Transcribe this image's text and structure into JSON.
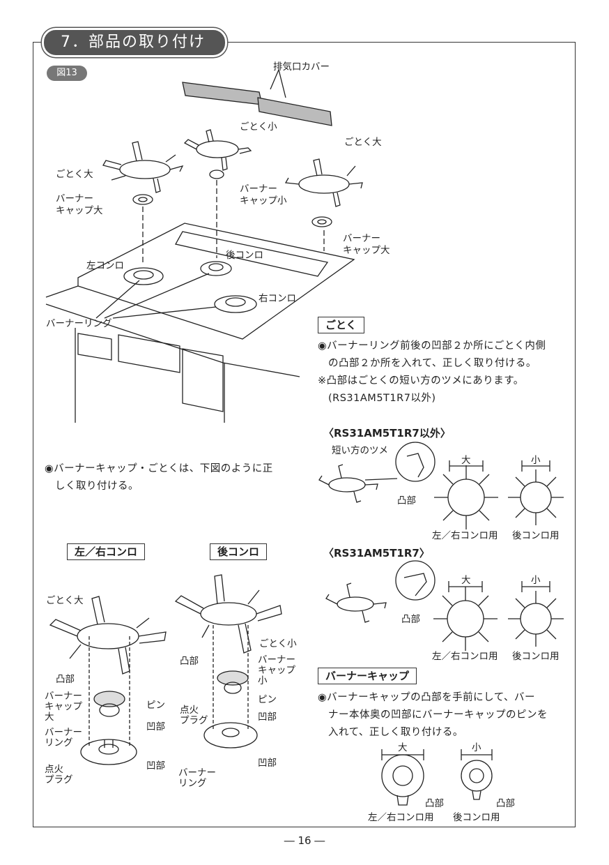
{
  "section_title": "7．部品の取り付け",
  "figure_badge": "図13",
  "labels": {
    "exhaust_cover": "排気口カバー",
    "gotoku_small_top": "ごとく小",
    "gotoku_large_left": "ごとく大",
    "gotoku_large_right": "ごとく大",
    "burner_cap_large_left_1": "バーナー",
    "burner_cap_large_left_2": "キャップ大",
    "burner_cap_small_1": "バーナー",
    "burner_cap_small_2": "キャップ小",
    "burner_cap_large_right_1": "バーナー",
    "burner_cap_large_right_2": "キャップ大",
    "left_stove": "左コンロ",
    "rear_stove": "後コンロ",
    "right_stove": "右コンロ",
    "burner_ring": "バーナーリング"
  },
  "gotoku_section": {
    "heading": "ごとく",
    "bullet": "◉バーナーリング前後の凹部２か所にごとく内側",
    "bullet_cont": "　の凸部２か所を入れて、正しく取り付ける。",
    "note": "※凸部はごとくの短い方のツメにあります。",
    "note_cont": "　(RS31AM5T1R7以外)"
  },
  "model_a": {
    "heading": "〈RS31AM5T1R7以外〉",
    "short_claw": "短い方のツメ",
    "convex": "凸部",
    "large": "大",
    "small": "小",
    "left_right_use": "左／右コンロ用",
    "rear_use": "後コンロ用"
  },
  "model_b": {
    "heading": "〈RS31AM5T1R7〉",
    "convex": "凸部",
    "large": "大",
    "small": "小",
    "left_right_use": "左／右コンロ用",
    "rear_use": "後コンロ用"
  },
  "left_note": {
    "line1": "◉バーナーキャップ・ごとくは、下図のように正",
    "line2": "　しく取り付ける。"
  },
  "lower_left": {
    "heading": "左／右コンロ",
    "gotoku_large": "ごとく大",
    "convex": "凸部",
    "cap_1": "バーナー",
    "cap_2": "キャップ",
    "cap_3": "大",
    "pin": "ピン",
    "ring_1": "バーナー",
    "ring_2": "リング",
    "concave_1": "凹部",
    "concave_2": "凹部",
    "plug_1": "点火",
    "plug_2": "プラグ"
  },
  "lower_rear": {
    "heading": "後コンロ",
    "gotoku_small": "ごとく小",
    "convex": "凸部",
    "cap_1": "バーナー",
    "cap_2": "キャップ",
    "cap_3": "小",
    "pin": "ピン",
    "plug_1": "点火",
    "plug_2": "プラグ",
    "concave_1": "凹部",
    "concave_2": "凹部",
    "ring_1": "バーナー",
    "ring_2": "リング"
  },
  "cap_section": {
    "heading": "バーナーキャップ",
    "line1": "◉バーナーキャップの凸部を手前にして、バー",
    "line2": "　ナー本体奥の凹部にバーナーキャップのピンを",
    "line3": "　入れて、正しく取り付ける。",
    "large": "大",
    "small": "小",
    "convex_1": "凸部",
    "convex_2": "凸部",
    "left_right_use": "左／右コンロ用",
    "rear_use": "後コンロ用"
  },
  "page_number": "― 16 ―"
}
